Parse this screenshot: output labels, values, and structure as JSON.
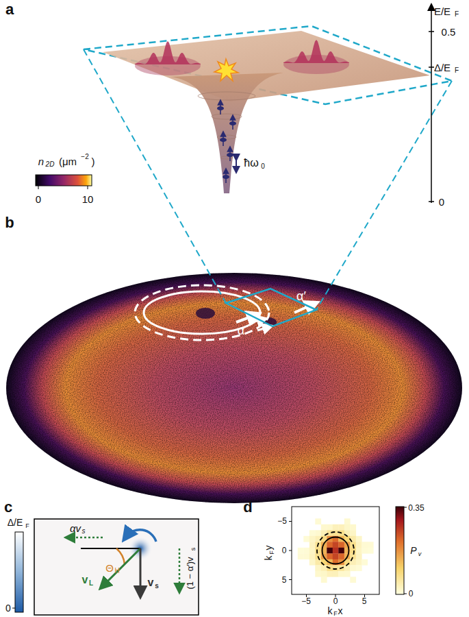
{
  "diagram": {
    "labels": [
      "a",
      "E/E",
      "F",
      "0.5",
      "Δ/E",
      "F",
      "0",
      "ħω",
      "0",
      "n",
      "2D",
      "(μm",
      "−2",
      ")",
      "0",
      "10",
      "b",
      "α",
      "α′",
      "c",
      "Δ/E",
      "F",
      "0",
      "αv",
      "s",
      "Θ",
      "H",
      "v",
      "L",
      "v",
      "s",
      "(1 − α′)v",
      "s",
      "d",
      "k",
      "F",
      "y",
      "−5",
      "0",
      "5",
      "−5",
      "0",
      "5",
      "k",
      "F",
      "x",
      "P",
      "v",
      "0.35",
      "0"
    ]
  }
}
